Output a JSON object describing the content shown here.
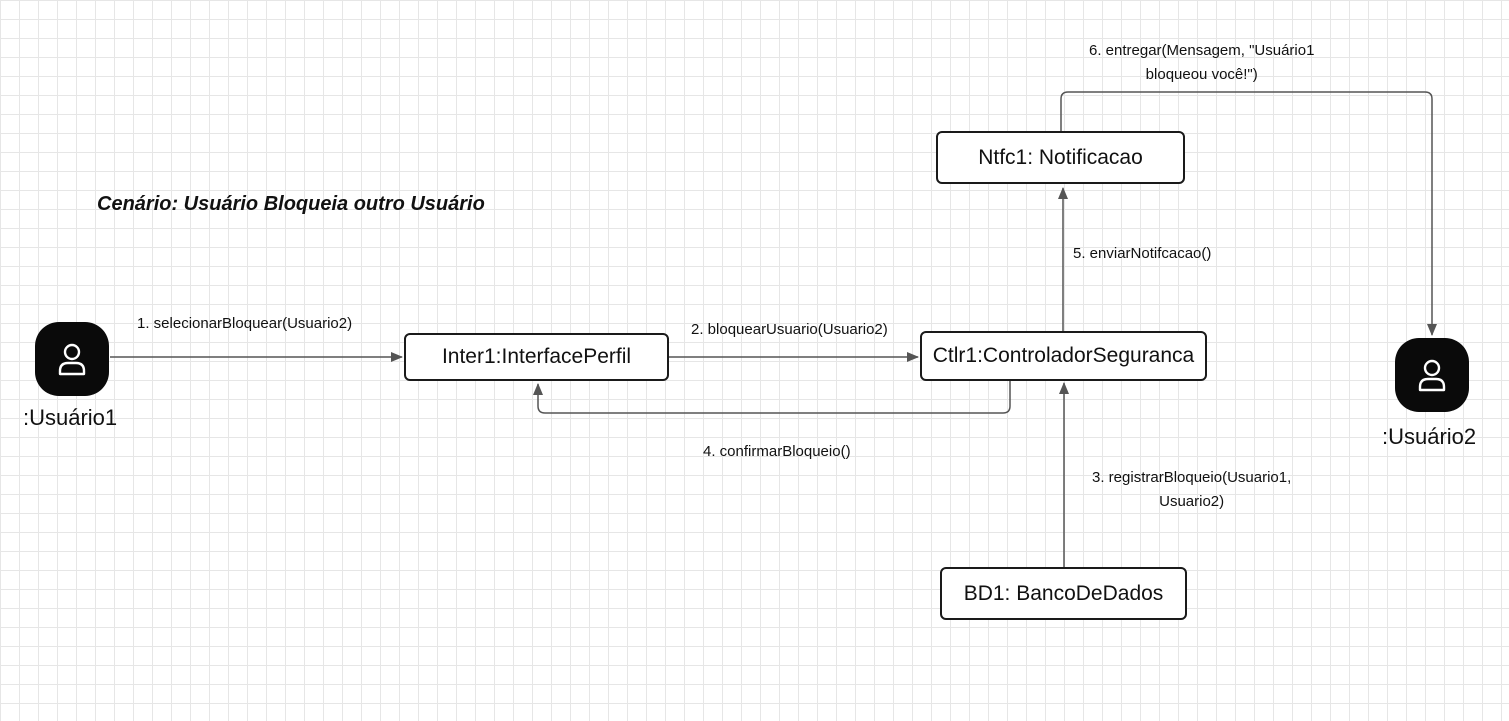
{
  "diagram": {
    "title": "Cenário: Usuário Bloqueia outro Usuário",
    "actors": [
      {
        "id": "usuario1",
        "name": ":Usuário1",
        "icon": "user-icon"
      },
      {
        "id": "usuario2",
        "name": ":Usuário2",
        "icon": "user-icon"
      }
    ],
    "objects": [
      {
        "id": "inter1",
        "label": "Inter1:InterfacePerfil"
      },
      {
        "id": "ctlr1",
        "label": "Ctlr1:ControladorSeguranca"
      },
      {
        "id": "ntfc1",
        "label": "Ntfc1: Notificacao"
      },
      {
        "id": "bd1",
        "label": "BD1: BancoDeDados"
      }
    ],
    "messages": [
      {
        "id": "m1",
        "from": "usuario1",
        "to": "inter1",
        "lines": [
          "1. selecionarBloquear(Usuario2)"
        ]
      },
      {
        "id": "m2",
        "from": "inter1",
        "to": "ctlr1",
        "lines": [
          "2. bloquearUsuario(Usuario2)"
        ]
      },
      {
        "id": "m3",
        "from": "bd1",
        "to": "ctlr1",
        "lines": [
          "3. registrarBloqueio(Usuario1,",
          "Usuario2)"
        ]
      },
      {
        "id": "m4",
        "from": "ctlr1",
        "to": "inter1",
        "lines": [
          "4. confirmarBloqueio()"
        ]
      },
      {
        "id": "m5",
        "from": "ctlr1",
        "to": "ntfc1",
        "lines": [
          "5. enviarNotifcacao()"
        ]
      },
      {
        "id": "m6",
        "from": "ntfc1",
        "to": "usuario2",
        "lines": [
          "6.  entregar(Mensagem, \"Usuário1",
          "bloqueou você!\")"
        ]
      }
    ],
    "colors": {
      "line": "#555555",
      "box_border": "#1a1a1a",
      "actor_fill": "#0a0a0a",
      "grid": "#e6e6e6"
    }
  }
}
